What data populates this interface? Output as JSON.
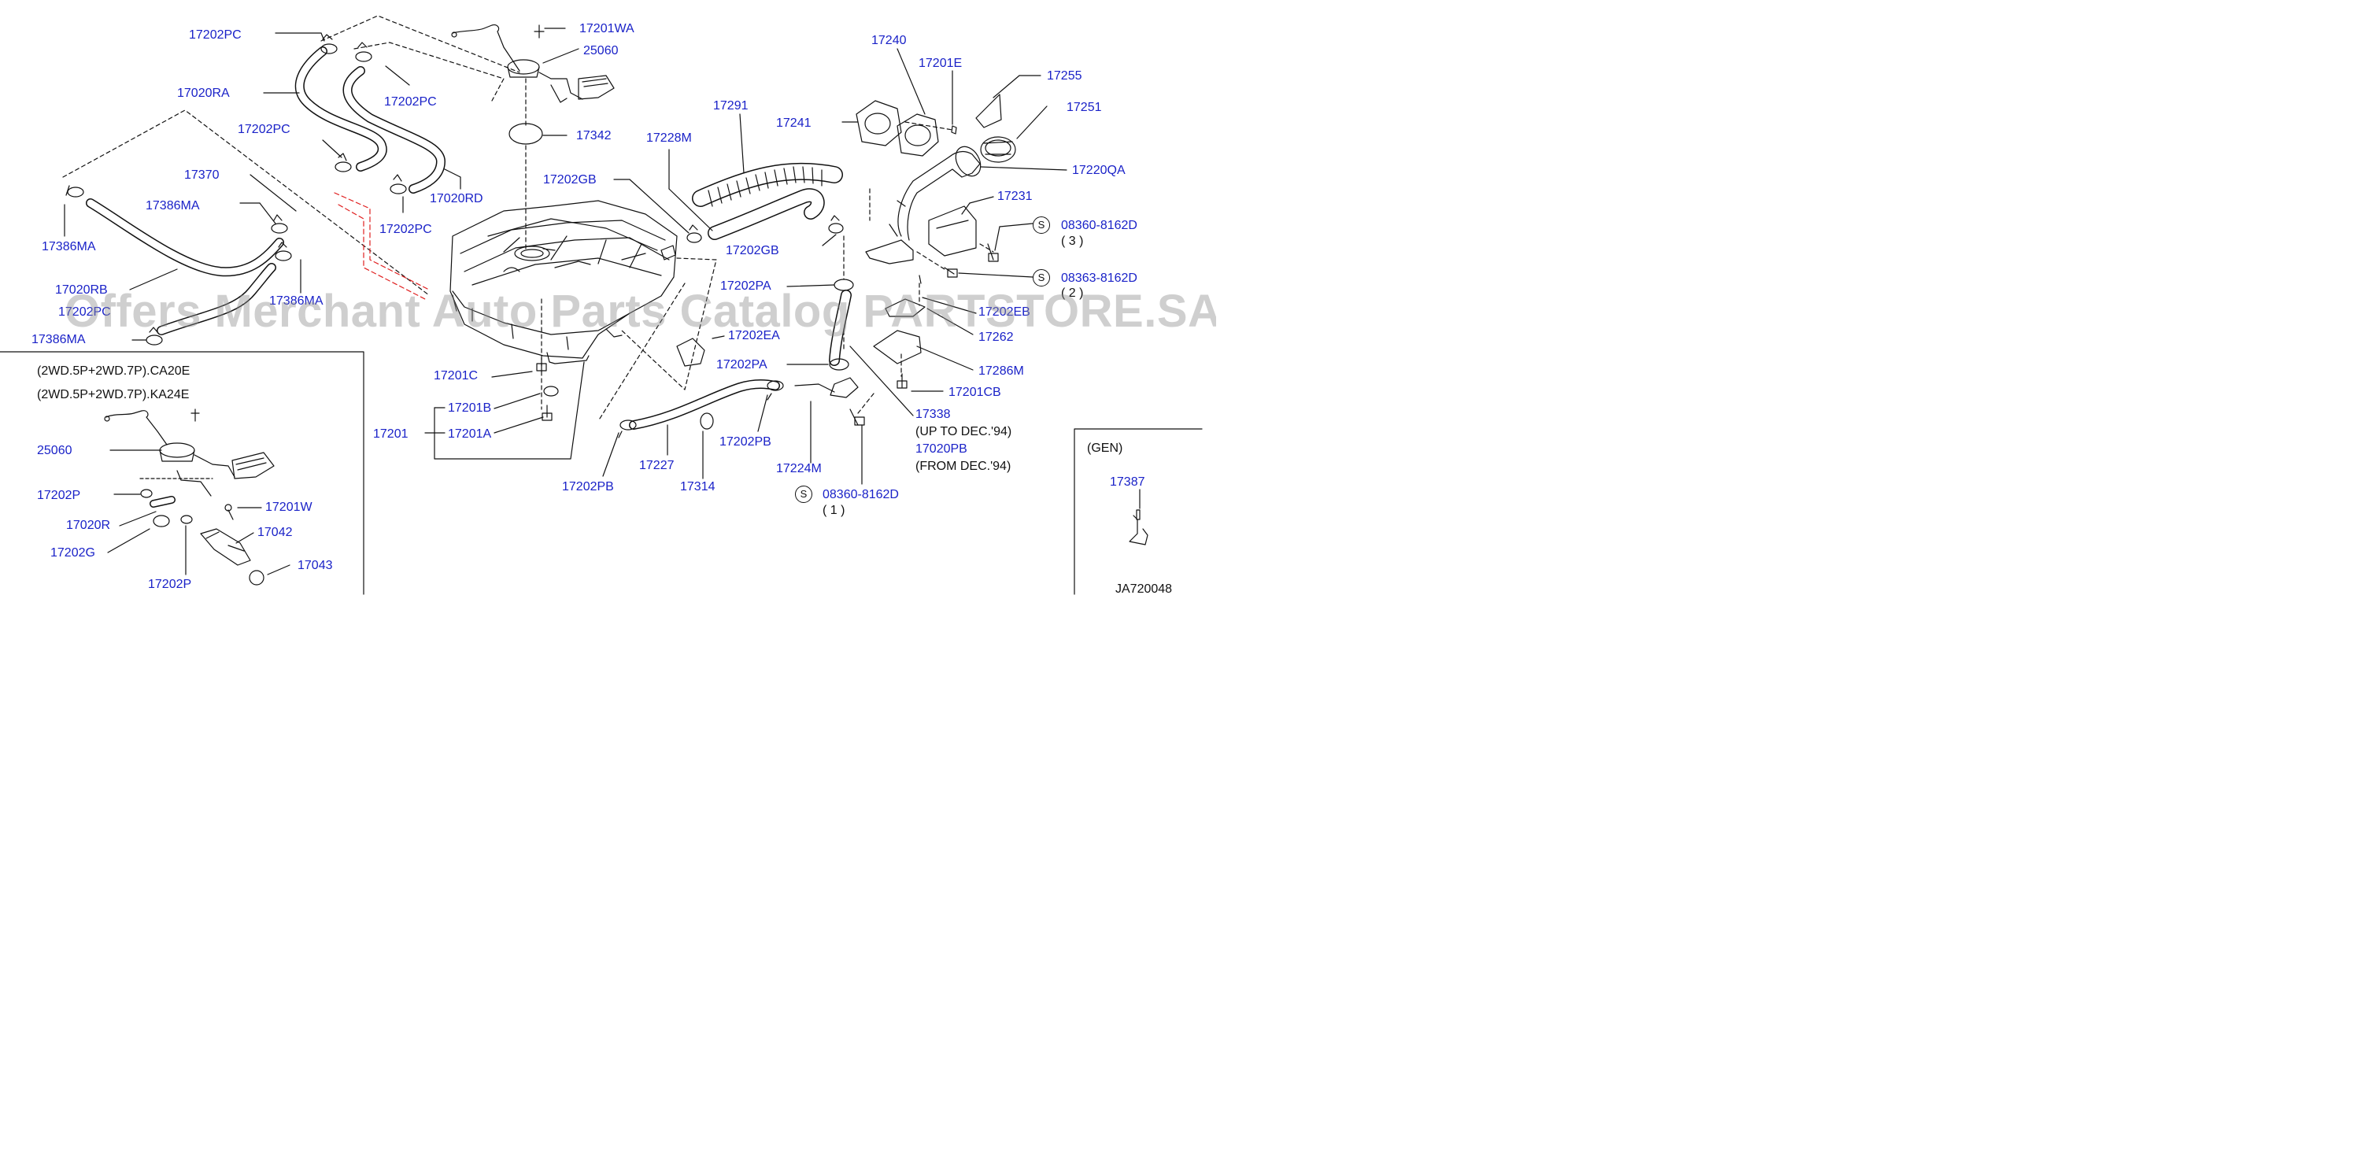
{
  "labels": [
    {
      "id": "l01",
      "text": "17202PC"
    },
    {
      "id": "l02",
      "text": "17020RA"
    },
    {
      "id": "l03",
      "text": "17202PC"
    },
    {
      "id": "l04",
      "text": "17370"
    },
    {
      "id": "l05",
      "text": "17386MA"
    },
    {
      "id": "l06",
      "text": "17386MA"
    },
    {
      "id": "l07",
      "text": "17020RB"
    },
    {
      "id": "l08",
      "text": "17202PC"
    },
    {
      "id": "l09",
      "text": "17386MA"
    },
    {
      "id": "l10",
      "text": "17386MA"
    },
    {
      "id": "l11",
      "text": "17202PC"
    },
    {
      "id": "l12",
      "text": "17020RD"
    },
    {
      "id": "l13",
      "text": "17202PC"
    },
    {
      "id": "l14",
      "text": "17201WA"
    },
    {
      "id": "l15",
      "text": "25060"
    },
    {
      "id": "l16",
      "text": "17342"
    },
    {
      "id": "l17",
      "text": "17202GB"
    },
    {
      "id": "l18",
      "text": "17228M"
    },
    {
      "id": "l19",
      "text": "17291"
    },
    {
      "id": "l20",
      "text": "17202GB"
    },
    {
      "id": "l21",
      "text": "17240"
    },
    {
      "id": "l22",
      "text": "17201E"
    },
    {
      "id": "l23",
      "text": "17255"
    },
    {
      "id": "l24",
      "text": "17241"
    },
    {
      "id": "l25",
      "text": "17251"
    },
    {
      "id": "l26",
      "text": "17220QA"
    },
    {
      "id": "l27",
      "text": "17231"
    },
    {
      "id": "l28",
      "text": "08360-8162D"
    },
    {
      "id": "l29",
      "text": "08363-8162D"
    },
    {
      "id": "l30",
      "text": "17202PA"
    },
    {
      "id": "l31",
      "text": "17202EB"
    },
    {
      "id": "l32",
      "text": "17262"
    },
    {
      "id": "l33",
      "text": "17202EA"
    },
    {
      "id": "l34",
      "text": "17202PA"
    },
    {
      "id": "l35",
      "text": "17286M"
    },
    {
      "id": "l36",
      "text": "17201CB"
    },
    {
      "id": "l37",
      "text": "17201C"
    },
    {
      "id": "l38",
      "text": "17201B"
    },
    {
      "id": "l39",
      "text": "17201"
    },
    {
      "id": "l40",
      "text": "17201A"
    },
    {
      "id": "l41",
      "text": "17338"
    },
    {
      "id": "l42",
      "text": "17020PB"
    },
    {
      "id": "l43",
      "text": "17227"
    },
    {
      "id": "l44",
      "text": "17202PB"
    },
    {
      "id": "l45",
      "text": "17224M"
    },
    {
      "id": "l46",
      "text": "17202PB"
    },
    {
      "id": "l47",
      "text": "17314"
    },
    {
      "id": "l48",
      "text": "08360-8162D"
    },
    {
      "id": "l49",
      "text": "25060"
    },
    {
      "id": "l50",
      "text": "17202P"
    },
    {
      "id": "l51",
      "text": "17201W"
    },
    {
      "id": "l52",
      "text": "17020R"
    },
    {
      "id": "l53",
      "text": "17042"
    },
    {
      "id": "l54",
      "text": "17202G"
    },
    {
      "id": "l55",
      "text": "17043"
    },
    {
      "id": "l56",
      "text": "17202P"
    },
    {
      "id": "l57",
      "text": "17387"
    }
  ],
  "notes": [
    {
      "id": "n1",
      "text": "(2WD.5P+2WD.7P).CA20E"
    },
    {
      "id": "n2",
      "text": "(2WD.5P+2WD.7P).KA24E"
    },
    {
      "id": "n3",
      "text": "(UP  TO  DEC.'94)"
    },
    {
      "id": "n4",
      "text": "(FROM  DEC.'94)"
    },
    {
      "id": "n5",
      "text": "(GEN)"
    },
    {
      "id": "n6",
      "text": "JA720048"
    }
  ],
  "quantities": [
    {
      "id": "q1",
      "text": "( 3 )"
    },
    {
      "id": "q2",
      "text": "( 2 )"
    },
    {
      "id": "q3",
      "text": "( 1 )"
    }
  ],
  "s_marker": "S",
  "watermark": "Offers Merchant Auto Parts Catalog PARTSTORE.SA",
  "colors": {
    "label": "#1a22c8",
    "line": "#111111",
    "watermark": "#8c8c8c",
    "highlight": "#e02020"
  }
}
